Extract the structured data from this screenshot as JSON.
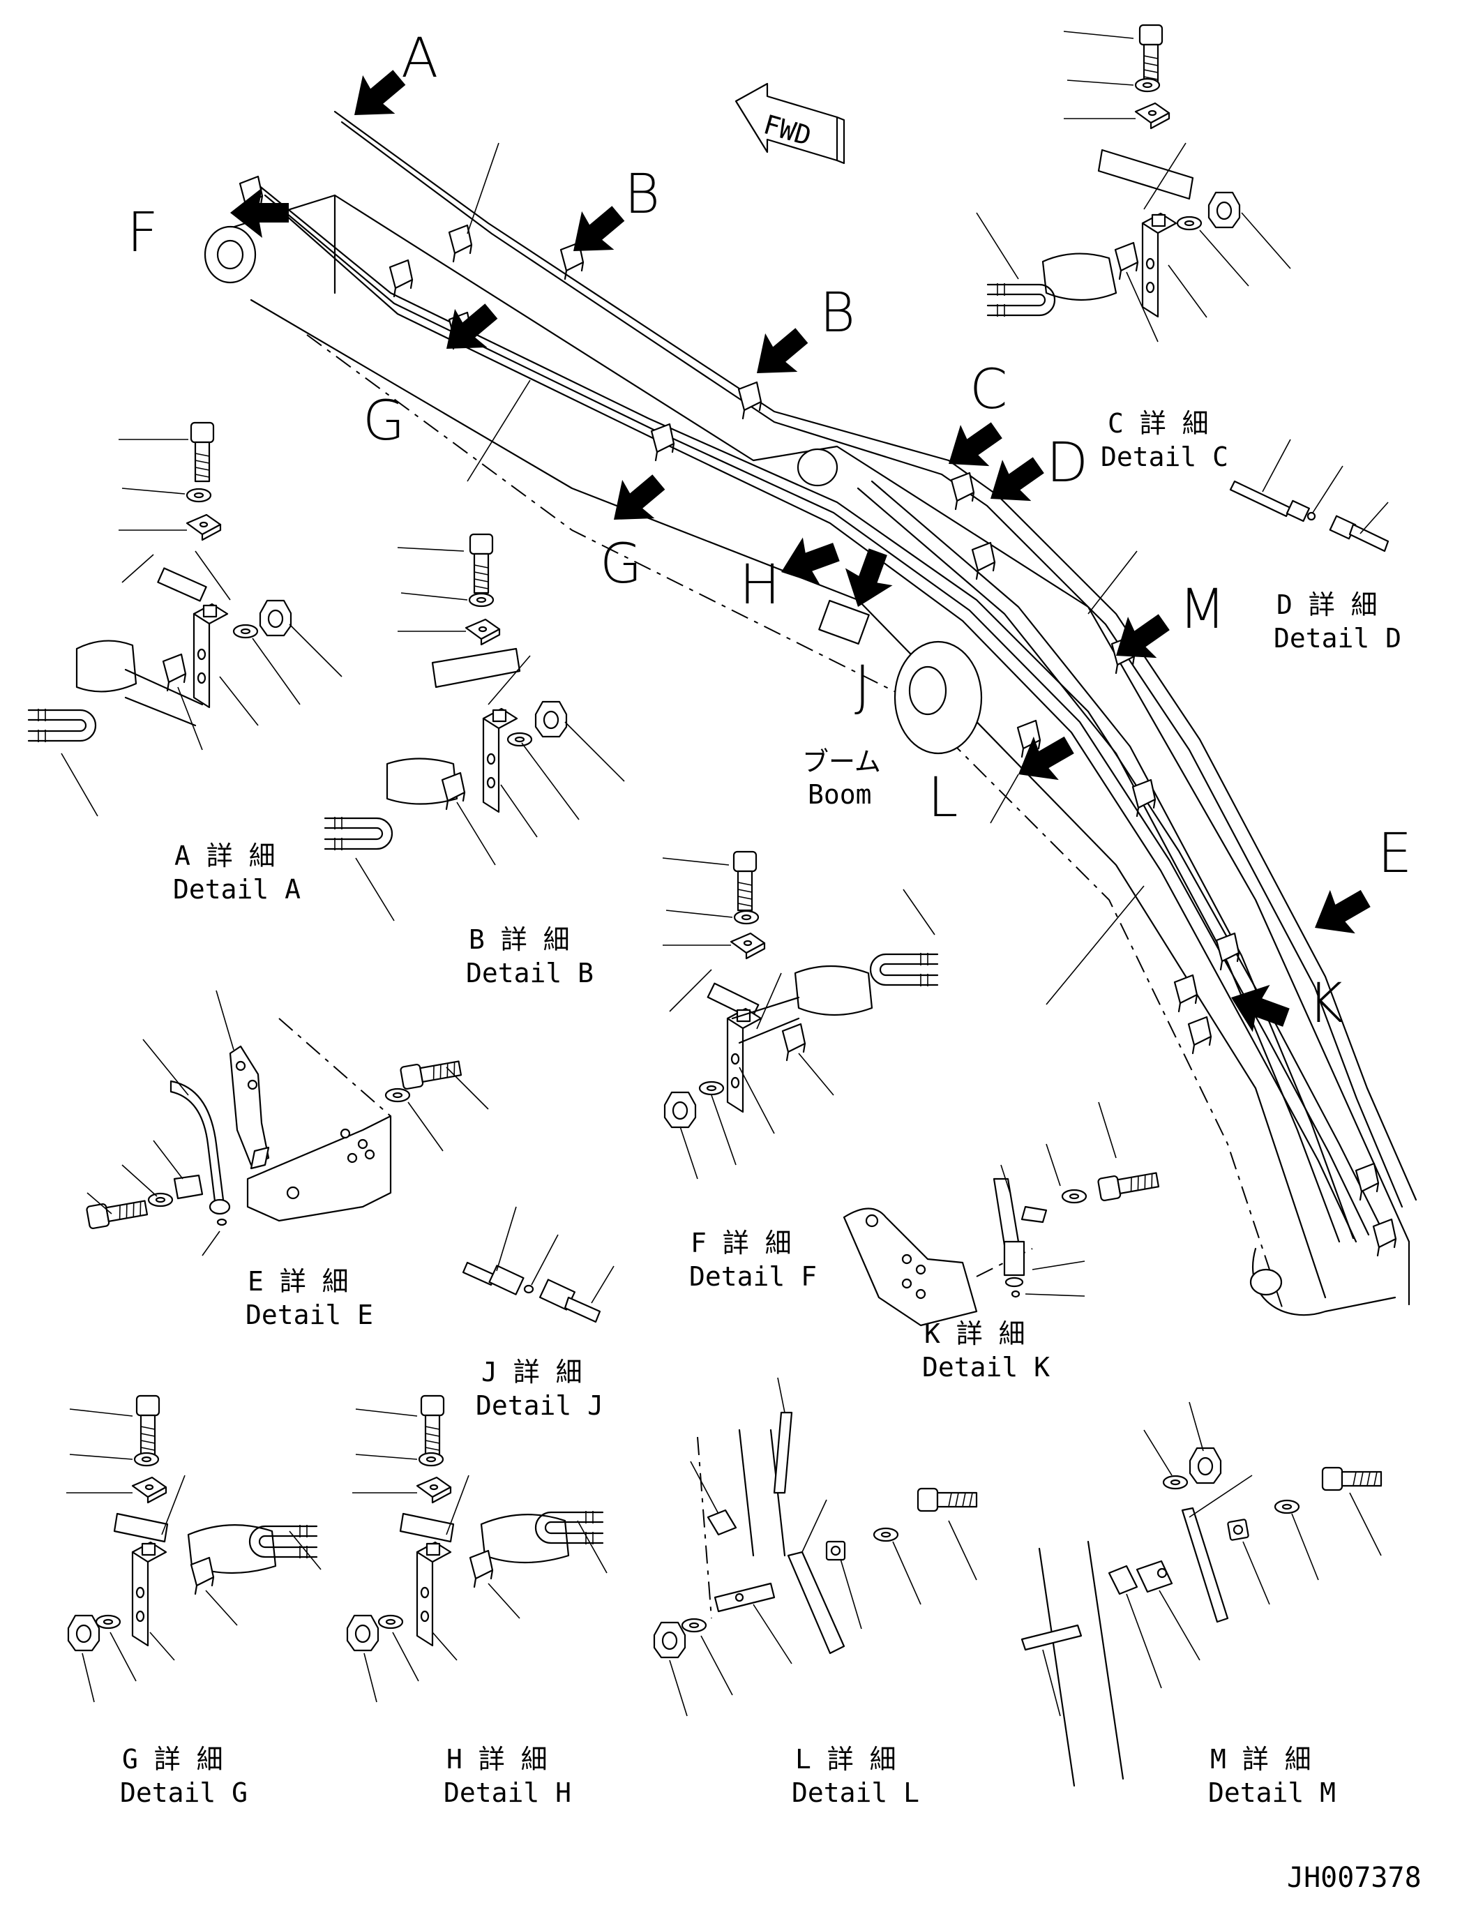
{
  "drawing_id": "JH007378",
  "fwd_label": "FWD",
  "boom_label": {
    "jp": "ブーム",
    "en": "Boom"
  },
  "callouts": [
    "A",
    "B",
    "B",
    "C",
    "D",
    "E",
    "F",
    "G",
    "G",
    "H",
    "J",
    "K",
    "L",
    "M"
  ],
  "details": {
    "A": {
      "jp": "A 詳 細",
      "en": "Detail A"
    },
    "B": {
      "jp": "B 詳 細",
      "en": "Detail B"
    },
    "C": {
      "jp": "C 詳 細",
      "en": "Detail C"
    },
    "D": {
      "jp": "D 詳 細",
      "en": "Detail D"
    },
    "E": {
      "jp": "E 詳 細",
      "en": "Detail E"
    },
    "F": {
      "jp": "F 詳 細",
      "en": "Detail F"
    },
    "G": {
      "jp": "G 詳 細",
      "en": "Detail G"
    },
    "H": {
      "jp": "H 詳 細",
      "en": "Detail H"
    },
    "J": {
      "jp": "J 詳 細",
      "en": "Detail J"
    },
    "K": {
      "jp": "K 詳 細",
      "en": "Detail K"
    },
    "L": {
      "jp": "L 詳 細",
      "en": "Detail L"
    },
    "M": {
      "jp": "M 詳 細",
      "en": "Detail M"
    }
  }
}
